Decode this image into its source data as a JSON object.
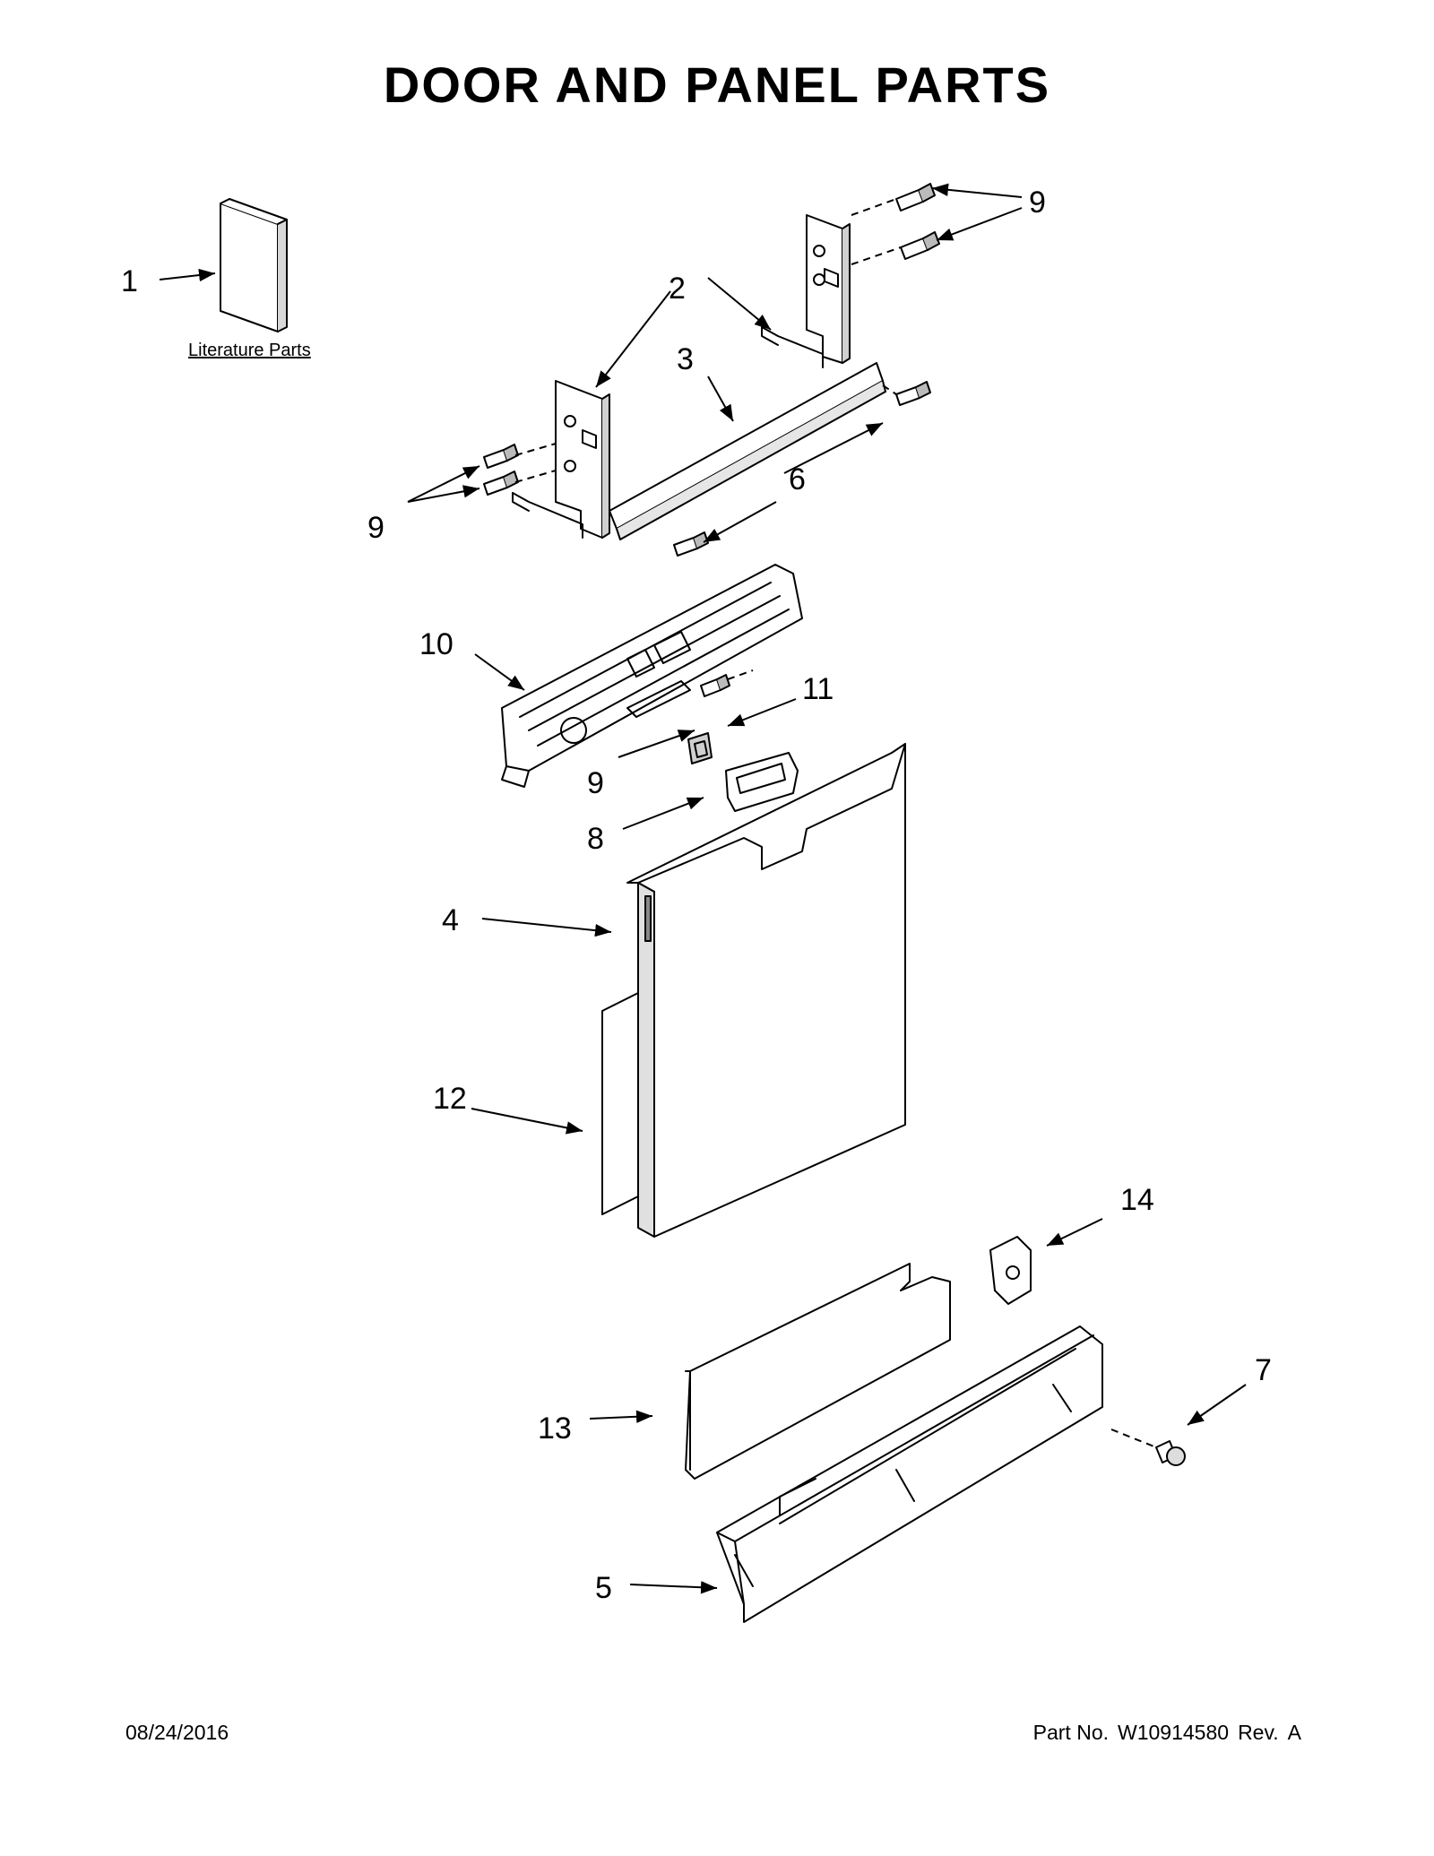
{
  "title": "DOOR AND PANEL PARTS",
  "literature_label": "Literature Parts",
  "callouts": {
    "c1": "1",
    "c2": "2",
    "c3": "3",
    "c4": "4",
    "c5": "5",
    "c6": "6",
    "c7": "7",
    "c8": "8",
    "c9": "9",
    "c10": "10",
    "c11": "11",
    "c12": "12",
    "c13": "13",
    "c14": "14"
  },
  "footer": {
    "date": "08/24/2016",
    "part_label": "Part No.",
    "part_number": "W10914580",
    "rev_label": "Rev.",
    "rev_value": "A"
  }
}
